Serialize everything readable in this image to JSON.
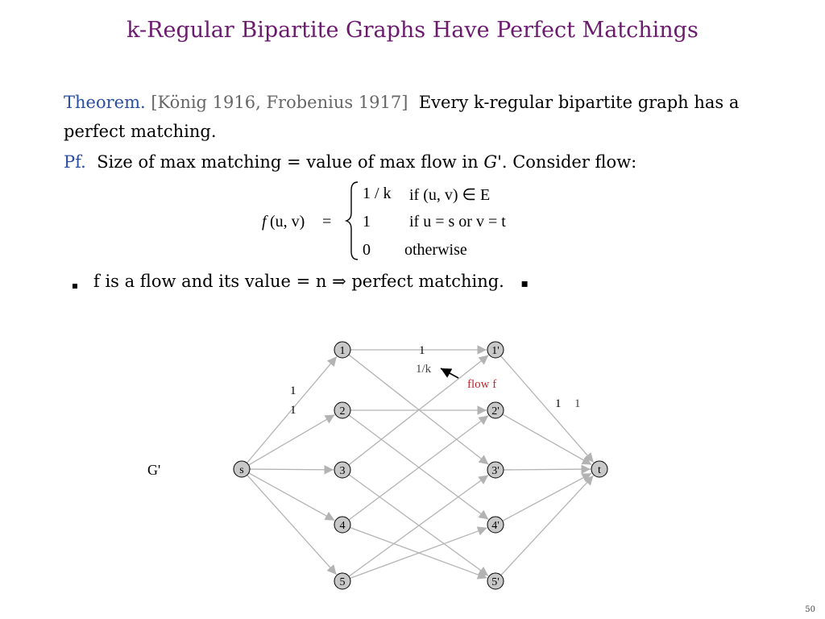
{
  "title": "k-Regular Bipartite Graphs Have Perfect Matchings",
  "theorem": {
    "label": "Theorem.",
    "citation": "[König 1916, Frobenius 1917]",
    "text_line1": "Every k-regular bipartite graph has a",
    "text_line2": "perfect matching."
  },
  "proof": {
    "label": "Pf.",
    "text_before": "Size of max matching = value of max flow in",
    "graph_name": "G'",
    "text_after": ".  Consider flow:"
  },
  "formula": {
    "lhs_f": "f",
    "lhs_args": "(u, v)",
    "equals": "=",
    "cases": [
      {
        "value": "1 / k",
        "cond": "if  (u, v) ∈ E"
      },
      {
        "value": "1",
        "cond": "if  u = s  or  v = t"
      },
      {
        "value": "0",
        "cond": "otherwise"
      }
    ]
  },
  "bullet": {
    "text": "f is a flow and its value = n  ⇒  perfect matching.",
    "end_mark": "▪"
  },
  "graph": {
    "label": "G'",
    "source": "s",
    "sink": "t",
    "left_nodes": [
      "1",
      "2",
      "3",
      "4",
      "5"
    ],
    "right_nodes": [
      "1'",
      "2'",
      "3'",
      "4'",
      "5'"
    ],
    "edge_labels": {
      "source_capacity": "1",
      "source_flow": "1",
      "middle_capacity": "1",
      "middle_flow": "1/k",
      "sink_capacity": "1",
      "sink_flow": "1"
    },
    "annotation": "flow f",
    "colors": {
      "edge": "#b3b3b3",
      "node_fill": "#c8c8c8",
      "annotation": "#c0272d"
    }
  },
  "page_number": "50"
}
